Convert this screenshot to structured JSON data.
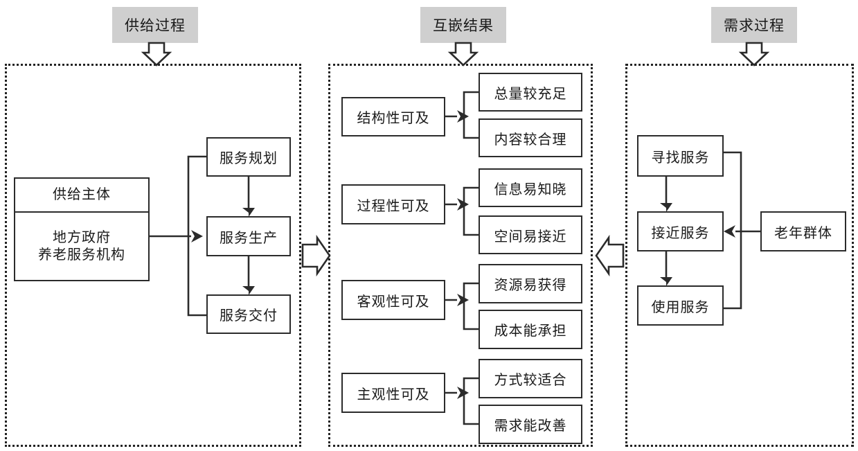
{
  "figure": {
    "type": "diagram",
    "title_banners": [
      {
        "id": "supply-process",
        "label": "供给过程"
      },
      {
        "id": "embedding-result",
        "label": "互嵌结果"
      },
      {
        "id": "demand-process",
        "label": "需求过程"
      }
    ],
    "colors": {
      "banner_background": "#cfcfcf",
      "node_border": "#2b2b2b",
      "panel_border": "#222222",
      "text": "#1a1a1a",
      "page_background": "#ffffff"
    }
  },
  "supply_panel": {
    "entity": {
      "header": "供给主体",
      "members": [
        "地方政府",
        "养老服务机构"
      ]
    },
    "stages": [
      {
        "id": "service-planning",
        "label": "服务规划"
      },
      {
        "id": "service-production",
        "label": "服务生产"
      },
      {
        "id": "service-delivery",
        "label": "服务交付"
      }
    ]
  },
  "result_panel": {
    "groups": [
      {
        "id": "structural-accessibility",
        "label": "结构性可及",
        "outcomes": [
          {
            "id": "sufficient-volume",
            "label": "总量较充足"
          },
          {
            "id": "reasonable-content",
            "label": "内容较合理"
          }
        ]
      },
      {
        "id": "procedural-accessibility",
        "label": "过程性可及",
        "outcomes": [
          {
            "id": "information-known",
            "label": "信息易知晓"
          },
          {
            "id": "space-approachable",
            "label": "空间易接近"
          }
        ]
      },
      {
        "id": "objective-accessibility",
        "label": "客观性可及",
        "outcomes": [
          {
            "id": "resources-obtainable",
            "label": "资源易获得"
          },
          {
            "id": "cost-affordable",
            "label": "成本能承担"
          }
        ]
      },
      {
        "id": "subjective-accessibility",
        "label": "主观性可及",
        "outcomes": [
          {
            "id": "suitable-method",
            "label": "方式较适合"
          },
          {
            "id": "demand-improvable",
            "label": "需求能改善"
          }
        ]
      }
    ]
  },
  "demand_panel": {
    "stages": [
      {
        "id": "seek-service",
        "label": "寻找服务"
      },
      {
        "id": "approach-service",
        "label": "接近服务"
      },
      {
        "id": "use-service",
        "label": "使用服务"
      }
    ],
    "actor": {
      "id": "elderly-group",
      "label": "老年群体"
    }
  }
}
